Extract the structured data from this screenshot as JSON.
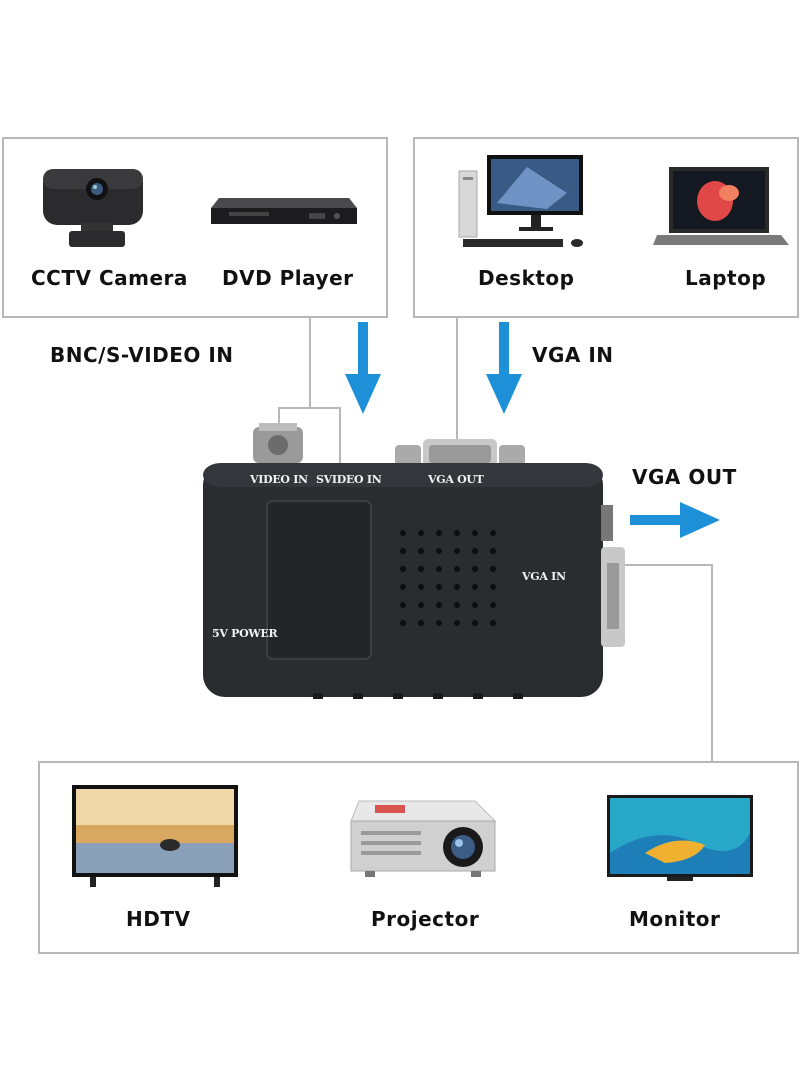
{
  "sources": {
    "left": [
      {
        "name": "CCTV Camera",
        "icon": "webcam-icon"
      },
      {
        "name": "DVD Player",
        "icon": "dvd-player-icon"
      }
    ],
    "right": [
      {
        "name": "Desktop",
        "icon": "desktop-computer-icon"
      },
      {
        "name": "Laptop",
        "icon": "laptop-icon"
      }
    ]
  },
  "inputs": {
    "bnc_svideo": "BNC/S-VIDEO IN",
    "vga": "VGA IN"
  },
  "output_label": "VGA OUT",
  "device": {
    "video_in": "VIDEO IN",
    "svideo_in": "SVIDEO IN",
    "vga_out": "VGA OUT",
    "vga_in": "VGA IN",
    "power": "5V POWER"
  },
  "outputs": [
    {
      "name": "HDTV",
      "icon": "tv-icon"
    },
    {
      "name": "Projector",
      "icon": "projector-icon"
    },
    {
      "name": "Monitor",
      "icon": "monitor-icon"
    }
  ],
  "colors": {
    "arrow": "#1e90d8",
    "border": "#b8b8b8",
    "device": "#2a2c30"
  }
}
